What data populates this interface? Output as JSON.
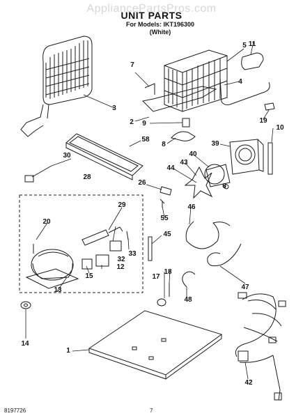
{
  "watermark": "AppliancePartsPros.com",
  "title": "UNIT PARTS",
  "models_line": "For Models: IKT196300",
  "color_line": "(White)",
  "footer": {
    "left": "8197726",
    "page": "7"
  },
  "callouts": [
    "1",
    "2",
    "3",
    "4",
    "5",
    "6",
    "7",
    "8",
    "9",
    "10",
    "11",
    "12",
    "13",
    "14",
    "15",
    "17",
    "18",
    "19",
    "20",
    "26",
    "28",
    "29",
    "30",
    "32",
    "33",
    "39",
    "40",
    "42",
    "43",
    "44",
    "45",
    "46",
    "47",
    "48",
    "55",
    "58"
  ]
}
